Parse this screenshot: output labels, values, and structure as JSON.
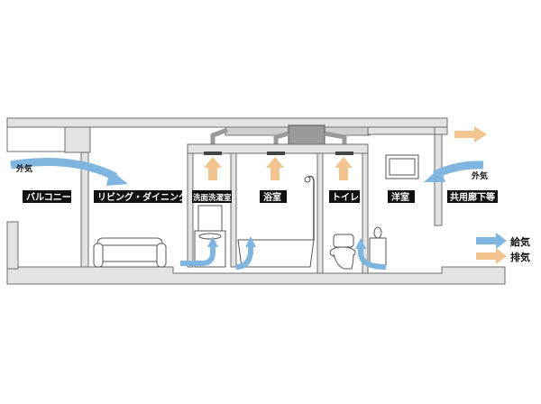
{
  "rooms": {
    "balcony": "バルコニー",
    "living": "リビング・ダイニング",
    "washroom": "洗面洗濯室",
    "bathroom": "浴室",
    "toilet": "トイレ",
    "western_room": "洋室",
    "corridor": "共用廊下等"
  },
  "outside_air": {
    "left": "外気",
    "right": "外気"
  },
  "legend": {
    "supply": "給気",
    "exhaust": "排気"
  },
  "colors": {
    "supply": "#7fb6e0",
    "exhaust": "#f2c48f",
    "wall": "#e3e3e3",
    "label_bg": "#111111"
  }
}
